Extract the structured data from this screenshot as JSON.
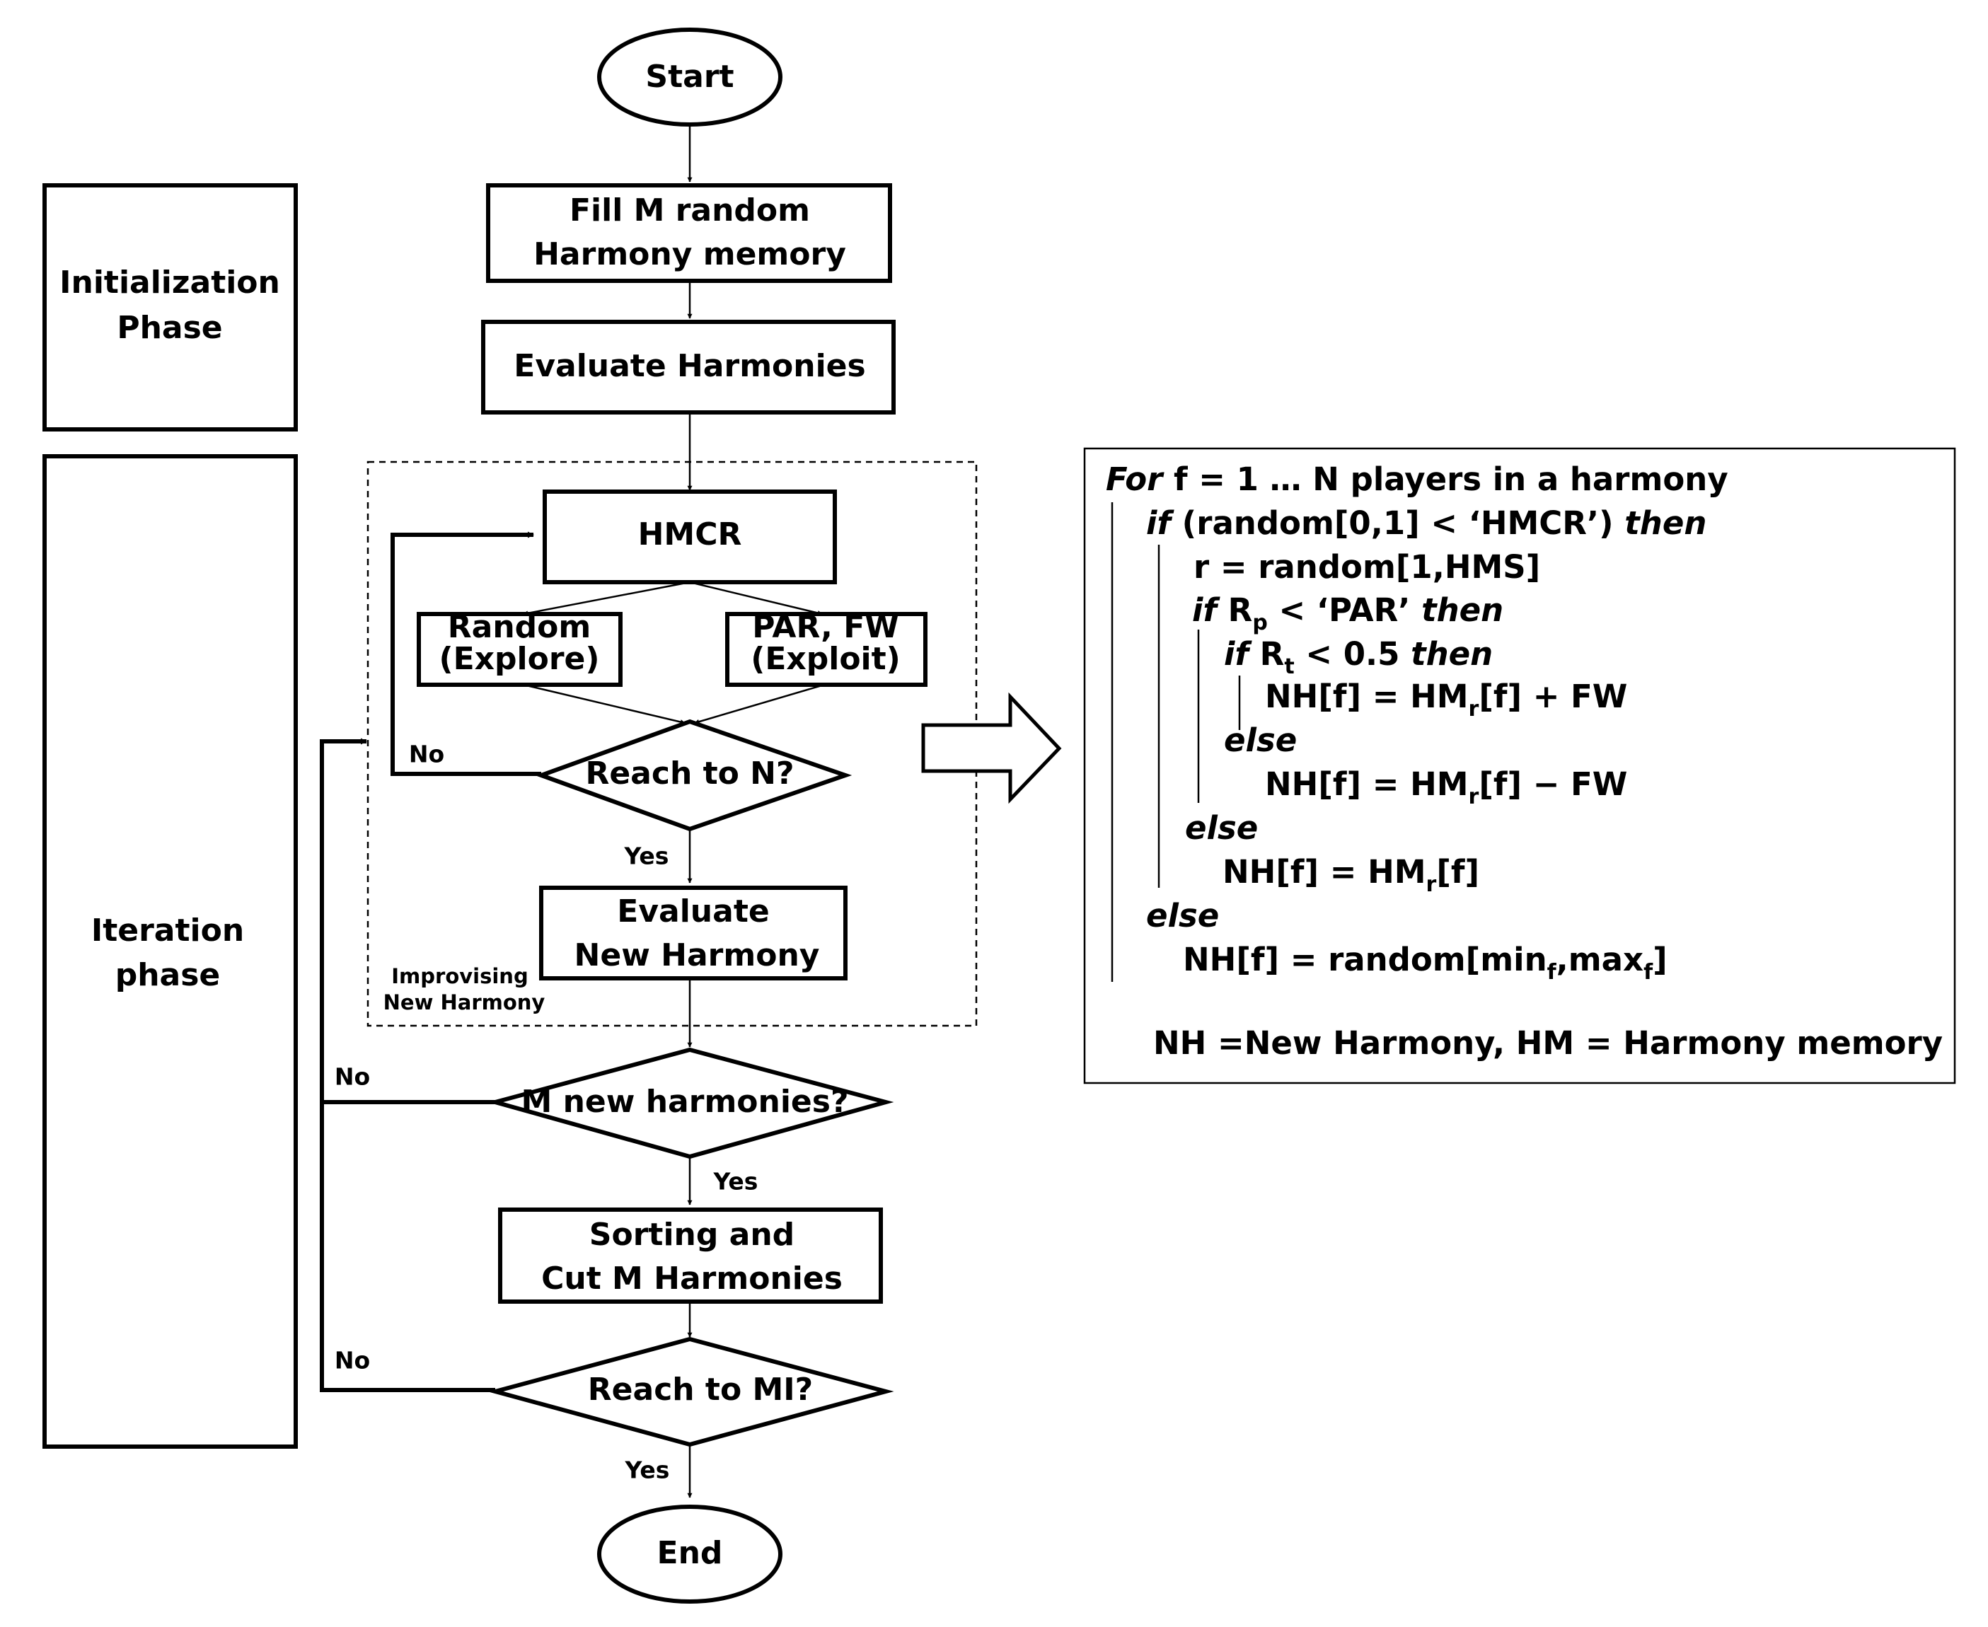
{
  "flowchart": {
    "start": "Start",
    "fill_memory": [
      "Fill M random",
      "Harmony memory"
    ],
    "evaluate_harmonies": "Evaluate Harmonies",
    "hmcr": "HMCR",
    "random_explore": [
      "Random",
      "(Explore)"
    ],
    "par_fw_exploit": [
      "PAR, FW",
      "(Exploit)"
    ],
    "reach_n": "Reach to N?",
    "evaluate_new": [
      "Evaluate",
      "New Harmony"
    ],
    "improvising_label": [
      "Improvising",
      "New Harmony"
    ],
    "m_new_harmonies": "M new harmonies?",
    "sorting": [
      "Sorting and",
      "Cut M Harmonies"
    ],
    "reach_mi": "Reach to MI?",
    "end": "End",
    "label_no": "No",
    "label_yes": "Yes"
  },
  "phases": {
    "initialization": [
      "Initialization",
      "Phase"
    ],
    "iteration": [
      "Iteration",
      "phase"
    ]
  },
  "pseudocode": {
    "line1": {
      "kw": "For",
      "rest": " f = 1 … N players in a harmony"
    },
    "line2": {
      "kw": "if",
      "mid": " (random[0,1] < ‘HMCR’) ",
      "kw2": "then"
    },
    "line3": "r = random[1,HMS]",
    "line4": {
      "kw": "if",
      "a": " R",
      "sub": "p",
      "b": " < ‘PAR’ ",
      "kw2": "then"
    },
    "line5": {
      "kw": "if",
      "a": " R",
      "sub": "t",
      "b": " < 0.5 ",
      "kw2": "then"
    },
    "line6": {
      "a": "NH[f] = HM",
      "sub": "r",
      "b": "[f] + FW"
    },
    "line7": "else",
    "line8": {
      "a": "NH[f] = HM",
      "sub": "r",
      "b": "[f] − FW"
    },
    "line9": "else",
    "line10": {
      "a": "NH[f] = HM",
      "sub": "r",
      "b": "[f]"
    },
    "line11": "else",
    "line12": {
      "a": "NH[f] = random[min",
      "sub1": "f",
      "mid": ",max",
      "sub2": "f",
      "b": "]"
    },
    "legend": "NH =New Harmony,  HM = Harmony memory"
  }
}
